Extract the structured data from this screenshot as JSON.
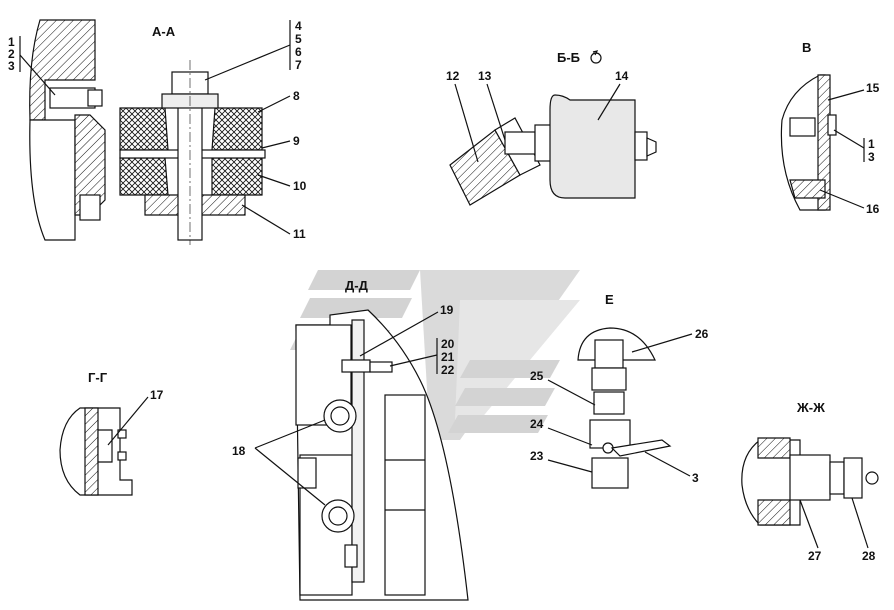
{
  "colors": {
    "line": "#111111",
    "part_fill": "#d9d9d9",
    "light_fill": "#eeeeee",
    "watermark": "#c8c8c8",
    "background": "#ffffff"
  },
  "views": {
    "aa": {
      "title": "А-А",
      "callouts": [
        "1",
        "2",
        "3",
        "4",
        "5",
        "6",
        "7",
        "8",
        "9",
        "10",
        "11"
      ]
    },
    "bb": {
      "title": "Б-Б",
      "rotate_icon": "rotate-icon",
      "callouts": [
        "12",
        "13",
        "14"
      ]
    },
    "v": {
      "title": "В",
      "callouts": [
        "15",
        "1",
        "3",
        "16"
      ]
    },
    "gg": {
      "title": "Г-Г",
      "callouts": [
        "17"
      ]
    },
    "dd": {
      "title": "Д-Д",
      "callouts": [
        "19",
        "20",
        "21",
        "22",
        "18"
      ]
    },
    "e": {
      "title": "Е",
      "callouts": [
        "26",
        "25",
        "24",
        "23",
        "3"
      ]
    },
    "zhzh": {
      "title": "Ж-Ж",
      "callouts": [
        "27",
        "28"
      ]
    }
  }
}
